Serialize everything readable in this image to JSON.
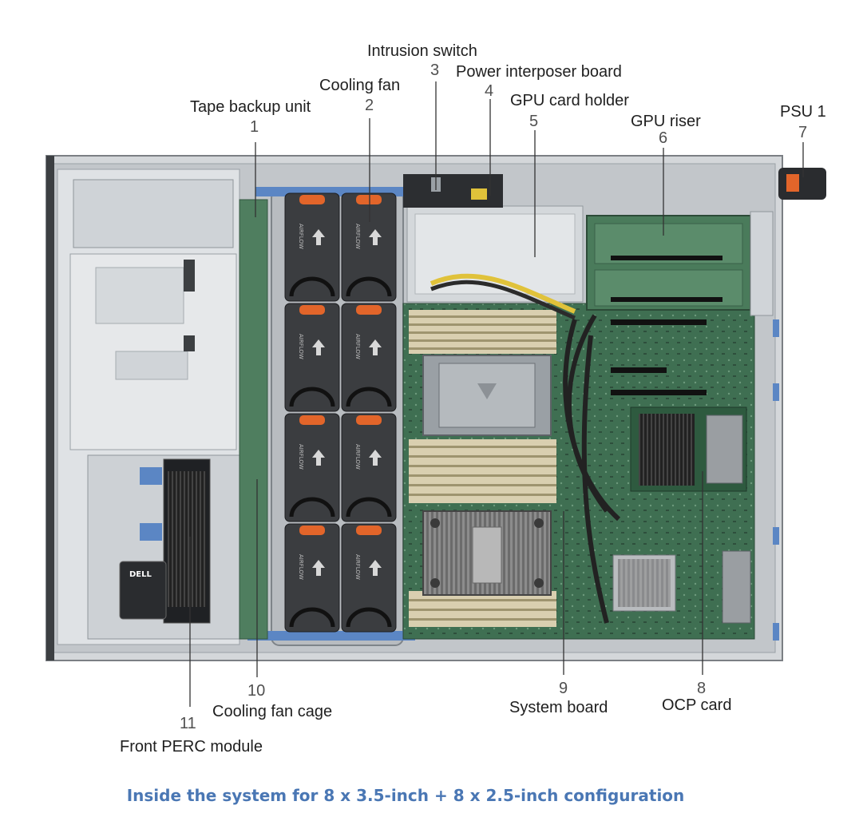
{
  "figure": {
    "caption": "Inside the system for 8 x 3.5-inch + 8 x 2.5-inch configuration",
    "callouts": [
      {
        "number": "1",
        "label": "Tape backup unit"
      },
      {
        "number": "2",
        "label": "Cooling fan"
      },
      {
        "number": "3",
        "label": "Intrusion switch"
      },
      {
        "number": "4",
        "label": "Power interposer board"
      },
      {
        "number": "5",
        "label": "GPU card holder"
      },
      {
        "number": "6",
        "label": "GPU riser"
      },
      {
        "number": "7",
        "label": "PSU 1"
      },
      {
        "number": "8",
        "label": "OCP card"
      },
      {
        "number": "9",
        "label": "System board"
      },
      {
        "number": "10",
        "label": "Cooling fan cage"
      },
      {
        "number": "11",
        "label": "Front PERC module"
      }
    ],
    "fan_airflow_text": "AIRFLOW",
    "perc_card_brand": "DELL",
    "colors": {
      "caption": "#4a77b4",
      "chassis": "#c9cdd1",
      "board": "#3f6f52",
      "fan": "#3b3d40",
      "fan_latch": "#e2652a",
      "tab_blue": "#5b86c4"
    }
  }
}
